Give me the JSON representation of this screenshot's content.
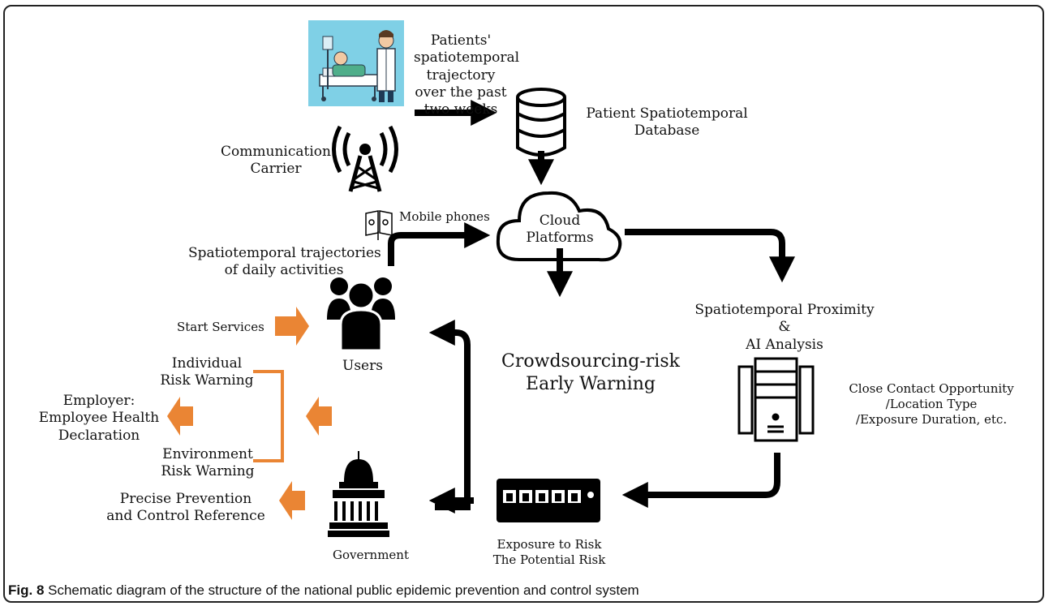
{
  "labels": {
    "trajectory_two_weeks": [
      "Patients'",
      "spatiotemporal",
      "trajectory",
      "over the past",
      "two weeks"
    ],
    "patient_db": [
      "Patient Spatiotemporal",
      "Database"
    ],
    "comm_carrier": [
      "Communication",
      "Carrier"
    ],
    "mobile_phones": "Mobile phones",
    "cloud": [
      "Cloud",
      "Platforms"
    ],
    "daily_trajectories": [
      "Spatiotemporal trajectories",
      "of daily activities"
    ],
    "start_services": "Start Services",
    "users": "Users",
    "individual_risk": [
      "Individual",
      "Risk Warning"
    ],
    "employer": [
      "Employer:",
      "Employee Health",
      "Declaration"
    ],
    "environment_risk": [
      "Environment",
      "Risk Warning"
    ],
    "precise_prevention": [
      "Precise Prevention",
      "and Control Reference"
    ],
    "government": "Government",
    "crowdsourcing": [
      "Crowdsourcing-risk",
      "Early Warning"
    ],
    "proximity": [
      "Spatiotemporal Proximity",
      "&",
      "AI Analysis"
    ],
    "close_contact": [
      "Close Contact Opportunity",
      "/Location Type",
      "/Exposure Duration, etc."
    ],
    "exposure": [
      "Exposure to Risk",
      "The Potential Risk"
    ]
  },
  "caption": {
    "fig": "Fig. 8",
    "text": "Schematic diagram of the structure of the national public epidemic prevention and control system"
  },
  "colors": {
    "arrow_black": "#000000",
    "arrow_orange": "#ea8534",
    "photo_bg": "#7fd0e6"
  },
  "icons": [
    "hospital-photo",
    "antenna-tower-icon",
    "database-icon",
    "cloud-icon",
    "mobile-phone-icon",
    "users-group-icon",
    "server-icon",
    "network-switch-icon",
    "government-building-icon"
  ]
}
